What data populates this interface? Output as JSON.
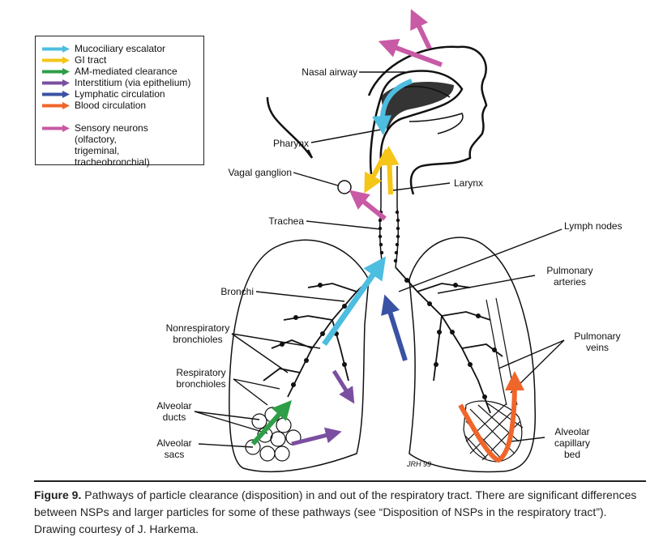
{
  "legend": {
    "items": [
      {
        "label": "Mucociliary escalator",
        "color": "#4dbde0",
        "icon": "arrow-right-icon"
      },
      {
        "label": "GI tract",
        "color": "#f5c518",
        "icon": "arrow-right-icon"
      },
      {
        "label": "AM-mediated clearance",
        "color": "#2e9e47",
        "icon": "arrow-right-icon"
      },
      {
        "label": "Interstitium (via epithelium)",
        "color": "#7b4fa0",
        "icon": "arrow-right-icon"
      },
      {
        "label": "Lymphatic circulation",
        "color": "#3a52a3",
        "icon": "arrow-right-icon"
      },
      {
        "label": "Blood circulation",
        "color": "#f0652a",
        "icon": "arrow-right-icon"
      },
      {
        "label": "Sensory neurons\n(olfactory, trigeminal,\ntracheobronchial)",
        "color": "#c85aa6",
        "icon": "arrow-right-icon"
      }
    ]
  },
  "labels": {
    "nasal_airway": "Nasal airway",
    "pharynx": "Pharynx",
    "vagal_ganglion": "Vagal ganglion",
    "larynx": "Larynx",
    "trachea": "Trachea",
    "lymph_nodes": "Lymph nodes",
    "pulmonary_arteries": "Pulmonary\narteries",
    "bronchi": "Bronchi",
    "nonrespiratory_bronchioles": "Nonrespiratory\nbronchioles",
    "pulmonary_veins": "Pulmonary\nveins",
    "respiratory_bronchioles": "Respiratory\nbronchioles",
    "alveolar_ducts": "Alveolar\nducts",
    "alveolar_capillary_bed": "Alveolar\ncapillary\nbed",
    "alveolar_sacs": "Alveolar\nsacs",
    "signature": "JRH 99"
  },
  "caption": {
    "label": "Figure 9.",
    "text": " Pathways of particle clearance (disposition) in and out of the respiratory tract. There are significant differences between NSPs and larger particles for some of these pathways (see “Disposition of NSPs in the respiratory tract”). Drawing courtesy of J. Harkema."
  },
  "colors": {
    "mucociliary": "#4dbde0",
    "gi": "#f5c518",
    "am": "#2e9e47",
    "interstitium": "#7b4fa0",
    "lymphatic": "#3a52a3",
    "blood": "#f0652a",
    "sensory": "#c85aa6"
  }
}
